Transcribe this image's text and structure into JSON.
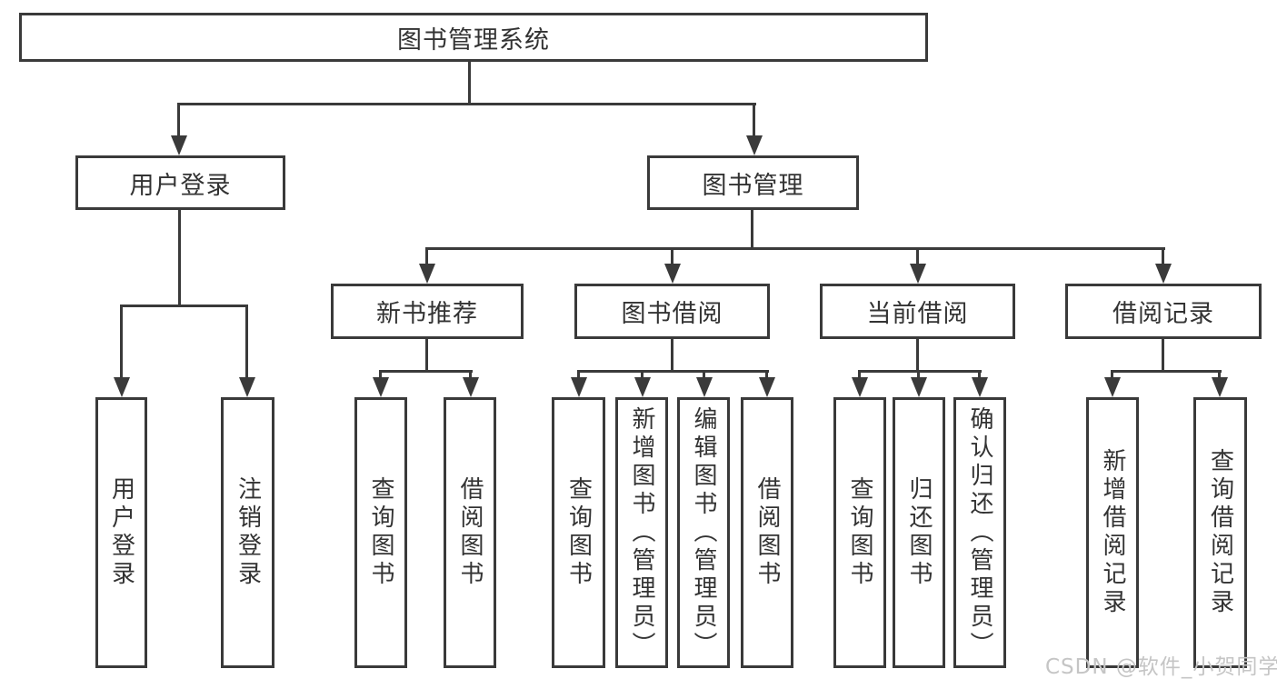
{
  "diagram": {
    "type": "tree",
    "root": {
      "label": "图书管理系统"
    },
    "level2": [
      {
        "label": "用户登录"
      },
      {
        "label": "图书管理"
      }
    ],
    "level3": [
      {
        "label": "新书推荐",
        "parent": "图书管理"
      },
      {
        "label": "图书借阅",
        "parent": "图书管理"
      },
      {
        "label": "当前借阅",
        "parent": "图书管理"
      },
      {
        "label": "借阅记录",
        "parent": "图书管理"
      }
    ],
    "leaves": [
      {
        "label": "用户登录",
        "parent": "用户登录"
      },
      {
        "label": "注销登录",
        "parent": "用户登录"
      },
      {
        "label": "查询图书",
        "parent": "新书推荐"
      },
      {
        "label": "借阅图书",
        "parent": "新书推荐"
      },
      {
        "label": "查询图书",
        "parent": "图书借阅"
      },
      {
        "label": "新增图书（管理员）",
        "parent": "图书借阅"
      },
      {
        "label": "编辑图书（管理员）",
        "parent": "图书借阅"
      },
      {
        "label": "借阅图书",
        "parent": "图书借阅"
      },
      {
        "label": "查询图书",
        "parent": "当前借阅"
      },
      {
        "label": "归还图书",
        "parent": "当前借阅"
      },
      {
        "label": "确认归还（管理员）",
        "parent": "当前借阅"
      },
      {
        "label": "新增借阅记录",
        "parent": "借阅记录"
      },
      {
        "label": "查询借阅记录",
        "parent": "借阅记录"
      }
    ]
  },
  "watermark": {
    "text": "CSDN @软件_小贺同学",
    "color": "#c5c5c5"
  },
  "colors": {
    "border": "#3a3a3a",
    "line": "#3a3a3a",
    "text": "#333333",
    "background": "#ffffff"
  }
}
